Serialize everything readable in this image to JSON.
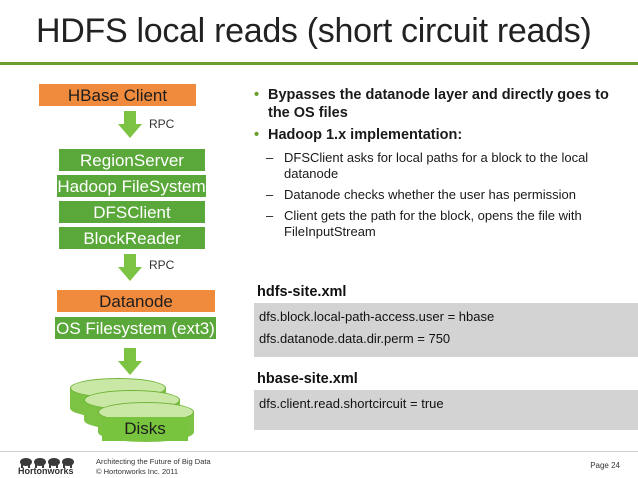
{
  "slide": {
    "title": "HDFS local reads (short circuit reads)"
  },
  "stack": {
    "hbase_client": "HBase Client",
    "rpc_1": "RPC",
    "region_server": "RegionServer",
    "hadoop_filesystem": "Hadoop FileSystem",
    "dfs_client": "DFSClient",
    "block_reader": "BlockReader",
    "rpc_2": "RPC",
    "datanode": "Datanode",
    "os_filesystem": "OS Filesystem (ext3)",
    "disks": "Disks"
  },
  "bullets": [
    "Bypasses the datanode layer and directly goes to the OS files",
    "Hadoop 1.x implementation:"
  ],
  "sub_bullets": [
    "DFSClient asks for local paths for a block to the local datanode",
    "Datanode checks whether the user has permission",
    "Client gets the path for the block, opens the file with FileInputStream"
  ],
  "hdfs_site": {
    "heading": "hdfs-site.xml",
    "lines": [
      "dfs.block.local-path-access.user = hbase",
      "dfs.datanode.data.dir.perm = 750"
    ]
  },
  "hbase_site": {
    "heading": "hbase-site.xml",
    "lines": [
      "dfs.client.read.shortcircuit = true"
    ]
  },
  "footer": {
    "logo": "Hortonworks",
    "tagline": "Architecting the Future of Big Data",
    "copyright": "© Hortonworks Inc. 2011",
    "page": "Page 24"
  },
  "colors": {
    "orange": "#f08a3c",
    "green": "#5aa83a",
    "arrow": "#7cc243",
    "rule": "#6a9f2f"
  }
}
